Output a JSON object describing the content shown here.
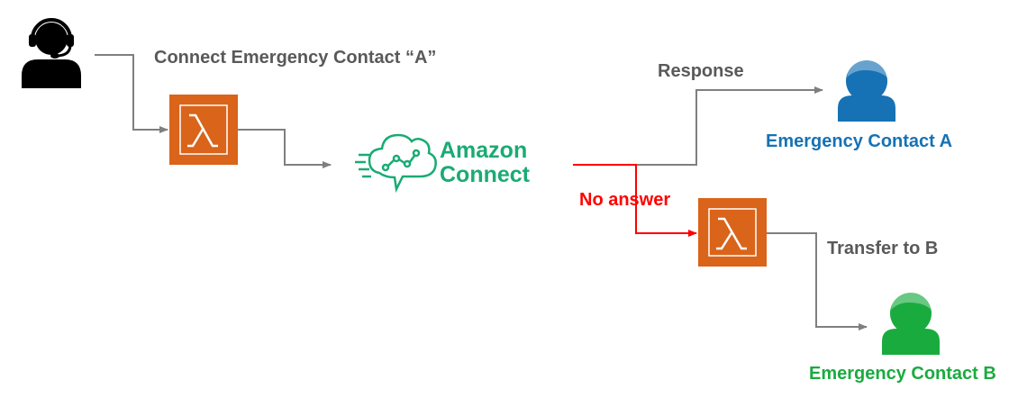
{
  "labels": {
    "connect_emergency_contact": "Connect Emergency Contact “A”",
    "response": "Response",
    "no_answer": "No answer",
    "transfer_to_b": "Transfer to B"
  },
  "service": {
    "line1": "Amazon",
    "line2": "Connect"
  },
  "contacts": {
    "a_name": "Emergency Contact A",
    "b_name": "Emergency Contact B"
  },
  "colors": {
    "lambda_orange": "#d9641a",
    "connect_green": "#1aab73",
    "contact_a_blue": "#1672b4",
    "contact_b_green": "#1aab3f",
    "arrow_gray": "#7f7f7f",
    "alert_red": "#ff0000",
    "agent_black": "#000000"
  },
  "icons": {
    "caller": "headset-agent-icon",
    "lambda": "lambda-icon",
    "connect": "amazon-connect-icon",
    "contact": "user-icon"
  }
}
